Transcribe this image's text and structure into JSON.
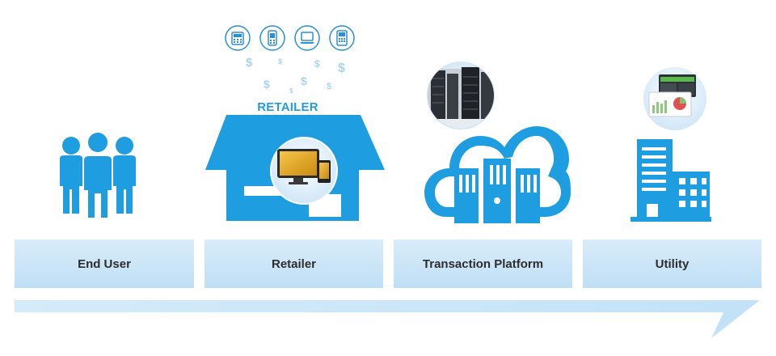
{
  "stages": [
    {
      "label": "End User",
      "icon": "people-icon"
    },
    {
      "label": "Retailer",
      "icon": "store-icon"
    },
    {
      "label": "Transaction Platform",
      "icon": "cloud-servers-icon"
    },
    {
      "label": "Utility",
      "icon": "building-icon"
    }
  ],
  "retailer_sign": "RETAILER",
  "dollar_glyph": "$",
  "colors": {
    "accent": "#1e9ee0",
    "label_bg_top": "#d9ecfa",
    "label_bg_bottom": "#bfdff5",
    "label_text": "#2d2d2d"
  }
}
